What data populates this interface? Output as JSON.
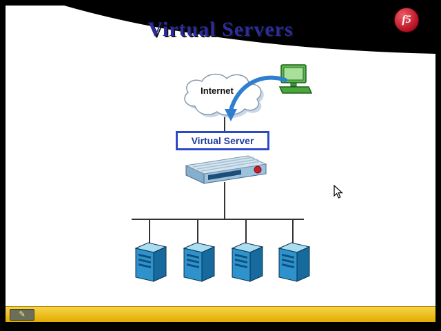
{
  "slide": {
    "title": "Virtual Servers",
    "logo_text": "f5",
    "diagram": {
      "internet_label": "Internet",
      "virtual_server_label": "Virtual Server"
    },
    "toolbar": {
      "pen_icon": "✎"
    },
    "colors": {
      "title_blue": "#2c2c9c",
      "box_border_blue": "#2b49c8",
      "server_blue": "#2e93cc",
      "toolbar_yellow": "#f0c420",
      "logo_red": "#b00d1e"
    }
  }
}
